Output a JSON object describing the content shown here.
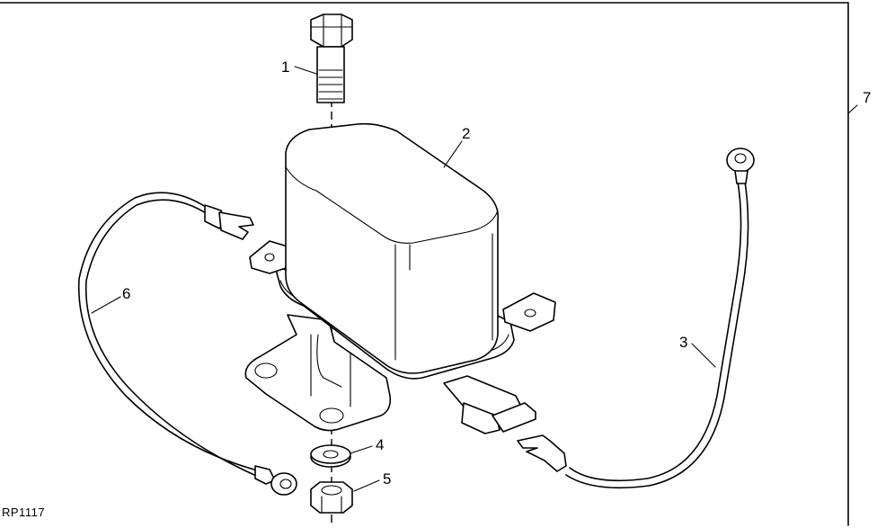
{
  "figure": {
    "reference": "RP1117",
    "callouts": [
      {
        "id": "callout-1",
        "label": "1"
      },
      {
        "id": "callout-2",
        "label": "2"
      },
      {
        "id": "callout-3",
        "label": "3"
      },
      {
        "id": "callout-4",
        "label": "4"
      },
      {
        "id": "callout-5",
        "label": "5"
      },
      {
        "id": "callout-6",
        "label": "6"
      },
      {
        "id": "callout-7",
        "label": "7"
      }
    ]
  }
}
